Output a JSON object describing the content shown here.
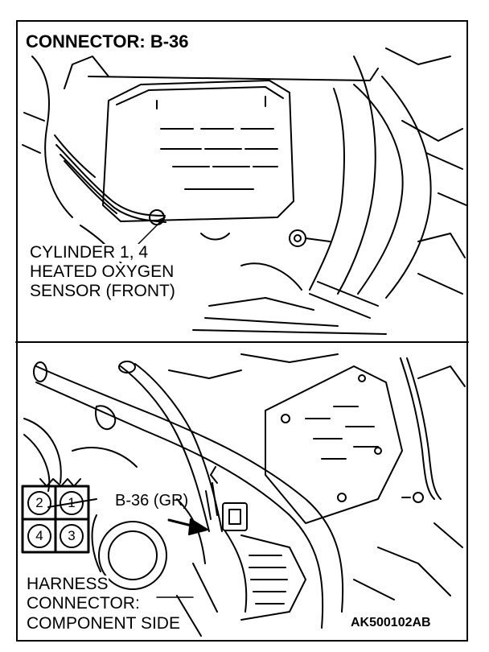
{
  "title": "CONNECTOR: B-36",
  "component_label": {
    "line1": "CYLINDER 1, 4",
    "line2": "HEATED OXYGEN",
    "line3": "SENSOR (FRONT)"
  },
  "connector_label": "B-36 (GR)",
  "harness_label": {
    "line1": "HARNESS",
    "line2": "CONNECTOR:",
    "line3": "COMPONENT SIDE"
  },
  "pins": [
    "2",
    "1",
    "4",
    "3"
  ],
  "figure_code": "AK500102AB"
}
